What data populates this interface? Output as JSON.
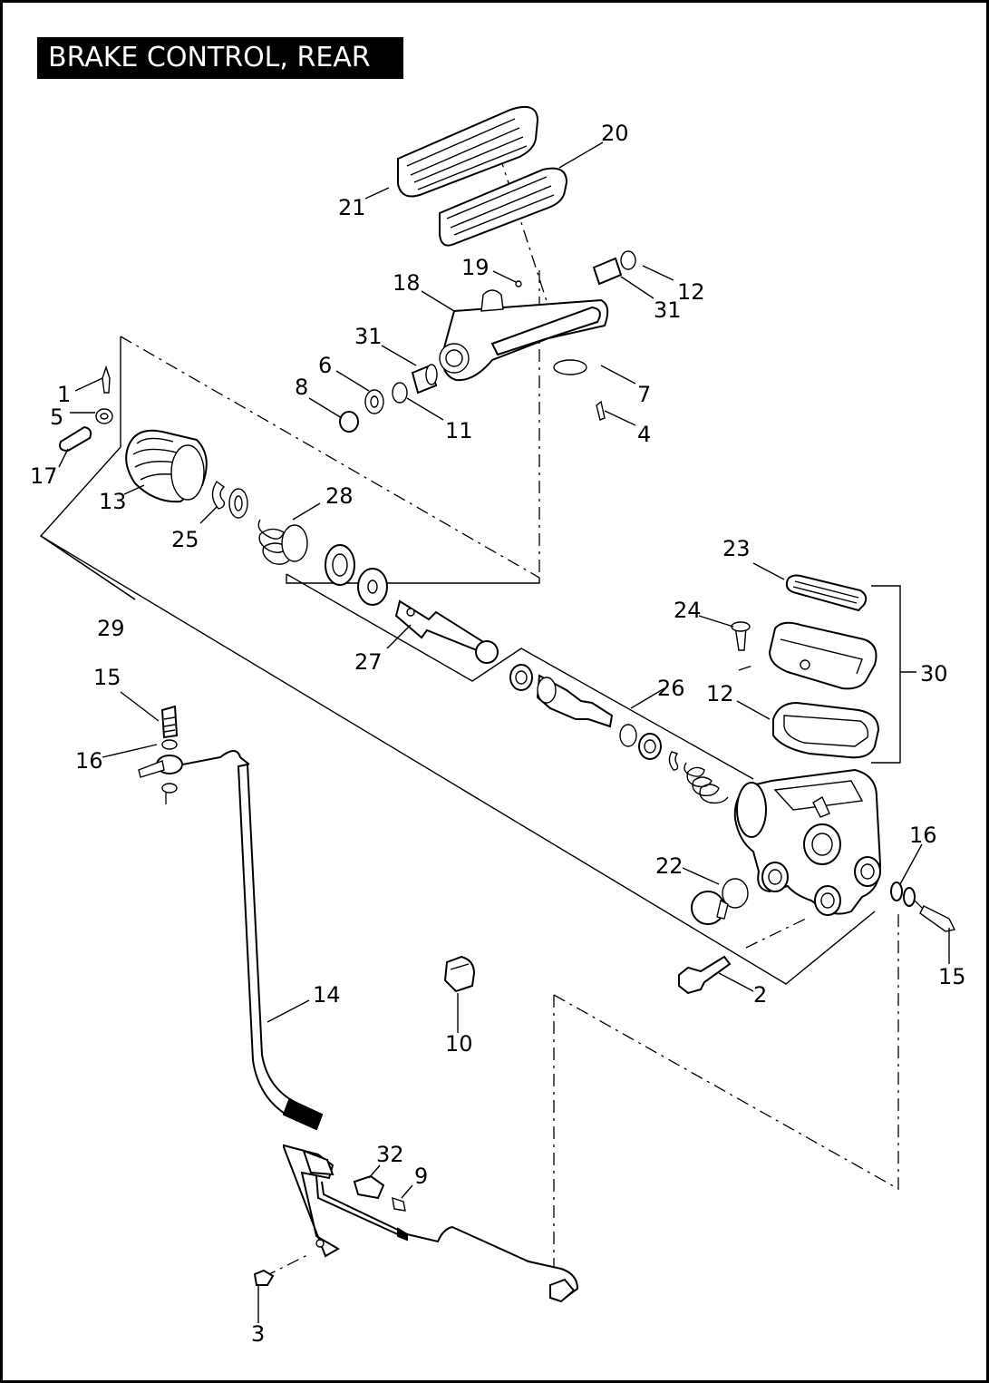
{
  "title": "BRAKE CONTROL, REAR",
  "callouts": {
    "c1": "1",
    "c2": "2",
    "c3": "3",
    "c4": "4",
    "c5": "5",
    "c6": "6",
    "c7": "7",
    "c8": "8",
    "c9": "9",
    "c10": "10",
    "c11": "11",
    "c12a": "12",
    "c12b": "12",
    "c13": "13",
    "c14": "14",
    "c15a": "15",
    "c15b": "15",
    "c16a": "16",
    "c16b": "16",
    "c17": "17",
    "c18": "18",
    "c19": "19",
    "c20": "20",
    "c21": "21",
    "c22": "22",
    "c23": "23",
    "c24": "24",
    "c25": "25",
    "c26": "26",
    "c27": "27",
    "c28": "28",
    "c29": "29",
    "c30": "30",
    "c31a": "31",
    "c31b": "31",
    "c32": "32"
  }
}
